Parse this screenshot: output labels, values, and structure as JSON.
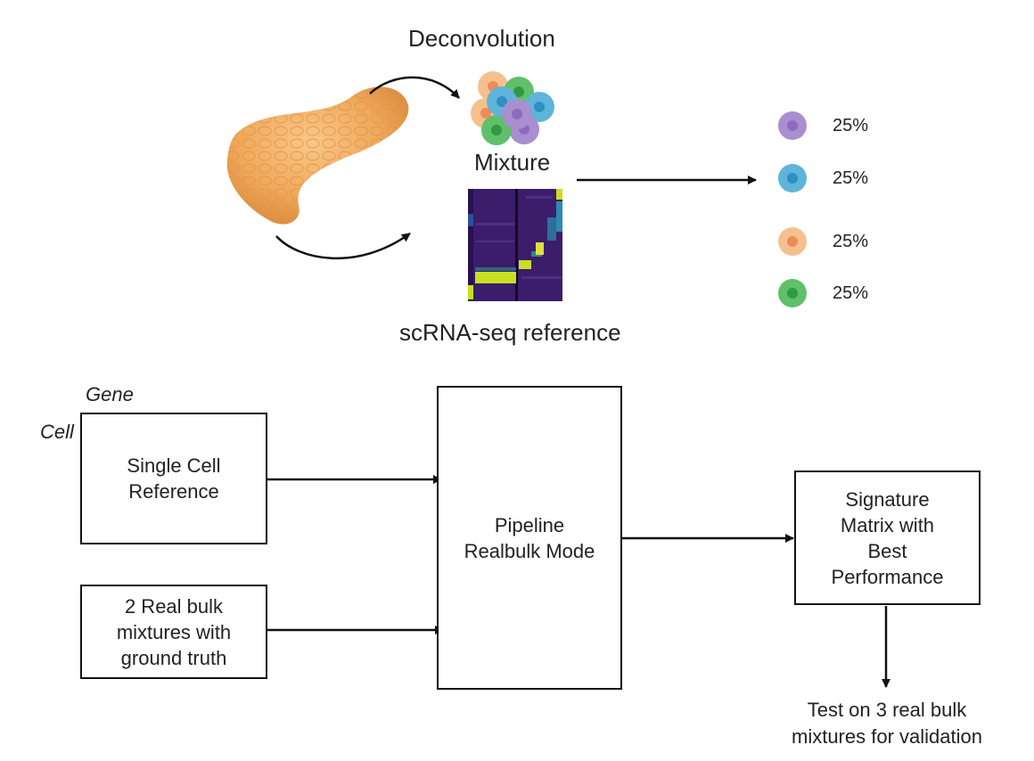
{
  "top": {
    "title": "Deconvolution",
    "mixture_label": "Mixture",
    "reference_label": "scRNA-seq reference",
    "proportions": [
      {
        "color": "#a98ed0",
        "core": "#8c6bbf",
        "value": "25%"
      },
      {
        "color": "#5fb4da",
        "core": "#2f8fbf",
        "value": "25%"
      },
      {
        "color": "#f6c08e",
        "core": "#ee8c55",
        "value": "25%"
      },
      {
        "color": "#5fbf6a",
        "core": "#2f9a42",
        "value": "25%"
      }
    ]
  },
  "bottom": {
    "axis_gene": "Gene",
    "axis_cell": "Cell",
    "single_cell_box": [
      "Single Cell",
      "Reference"
    ],
    "bulk_box": [
      "2 Real bulk",
      "mixtures with",
      "ground truth"
    ],
    "pipeline_box": [
      "Pipeline",
      "Realbulk Mode"
    ],
    "signature_box": [
      "Signature",
      "Matrix with",
      "Best",
      "Performance"
    ],
    "test_text": [
      "Test on 3 real bulk",
      "mixtures for validation"
    ]
  },
  "colors": {
    "organ": "#f0a85a",
    "heatmap_bg": "#3b1d6b",
    "heatmap_hi": "#c8e020",
    "arrow": "#111111"
  }
}
